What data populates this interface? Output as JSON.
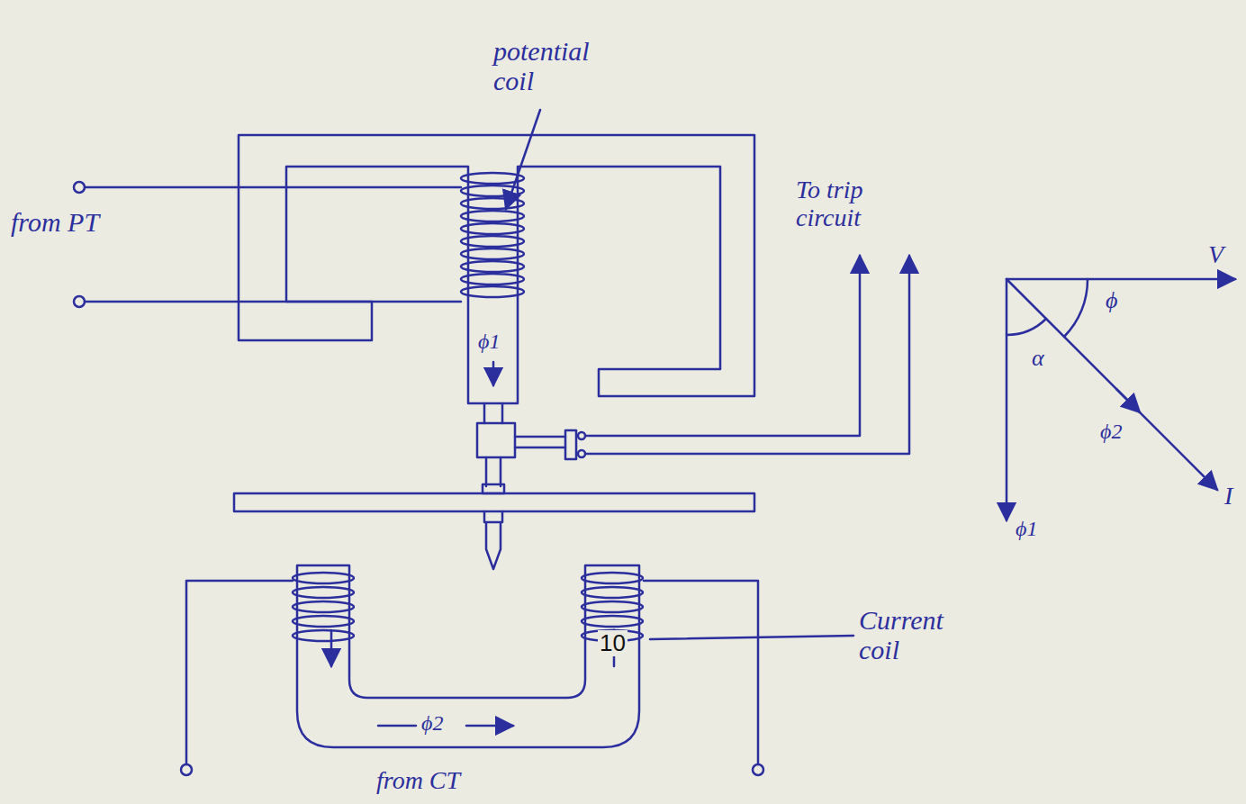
{
  "diagram": {
    "labels": [
      "potential coil",
      "from PT",
      "To trip circuit",
      "ϕ1",
      "V",
      "ϕ",
      "α",
      "ϕ2",
      "I",
      "ϕ1",
      "10",
      "Current coil",
      "ϕ2",
      "from CT"
    ]
  }
}
